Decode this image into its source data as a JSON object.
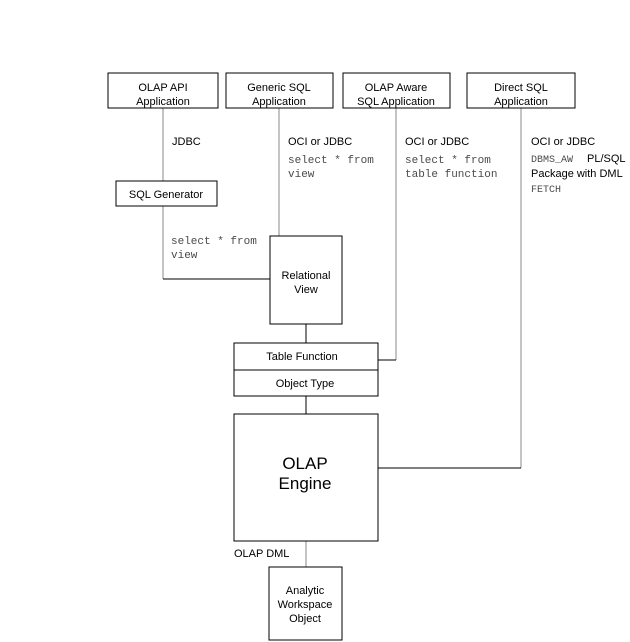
{
  "boxes": {
    "olap_api": [
      "OLAP API",
      "Application"
    ],
    "generic_sql": [
      "Generic SQL",
      "Application"
    ],
    "olap_aware": [
      "OLAP Aware",
      "SQL Application"
    ],
    "direct_sql": [
      "Direct SQL",
      "Application"
    ],
    "sql_generator": "SQL Generator",
    "relational_view": [
      "Relational",
      "View"
    ],
    "table_function": "Table Function",
    "object_type": "Object Type",
    "olap_engine": [
      "OLAP",
      "Engine"
    ],
    "analytic_workspace": [
      "Analytic",
      "Workspace",
      "Object"
    ]
  },
  "labels": {
    "jdbc": "JDBC",
    "oci_jdbc_generic": "OCI or JDBC",
    "oci_jdbc_aware": "OCI or JDBC",
    "oci_jdbc_direct": "OCI or JDBC",
    "olap_dml": "OLAP DML",
    "dbms_aw": "DBMS_AW",
    "plsql": "PL/SQL",
    "package_with_dml": "Package with DML",
    "fetch": "FETCH"
  },
  "code": {
    "generic_view": [
      "select * from",
      "view"
    ],
    "aware_table_function": [
      "select * from",
      "table function"
    ],
    "generator_view": [
      "select * from",
      "view"
    ]
  }
}
